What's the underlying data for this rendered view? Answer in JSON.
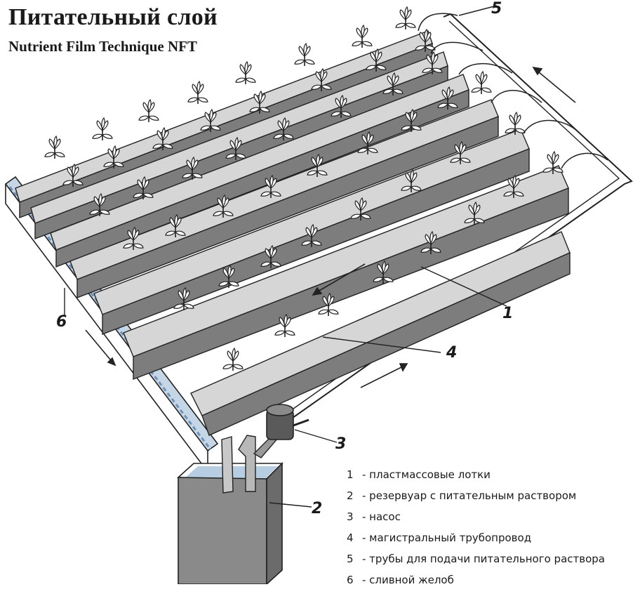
{
  "header": {
    "title": "Питательный слой",
    "subtitle": "Nutrient Film Technique NFT"
  },
  "callouts": {
    "n1": "1",
    "n2": "2",
    "n3": "3",
    "n4": "4",
    "n5": "5",
    "n6": "6"
  },
  "legend": {
    "items": [
      {
        "num": "1",
        "text": "- пластмассовые лотки"
      },
      {
        "num": "2",
        "text": "- резервуар с питательным раствором"
      },
      {
        "num": "3",
        "text": "- насос"
      },
      {
        "num": "4",
        "text": "- магистральный трубопровод"
      },
      {
        "num": "5",
        "text": "- трубы для подачи питательного раствора"
      },
      {
        "num": "6",
        "text": "- сливной желоб"
      }
    ]
  },
  "colors": {
    "trough_face": "#7d7d7d",
    "trough_top": "#d6d6d6",
    "water": "#a9c3dc",
    "line": "#222222"
  }
}
